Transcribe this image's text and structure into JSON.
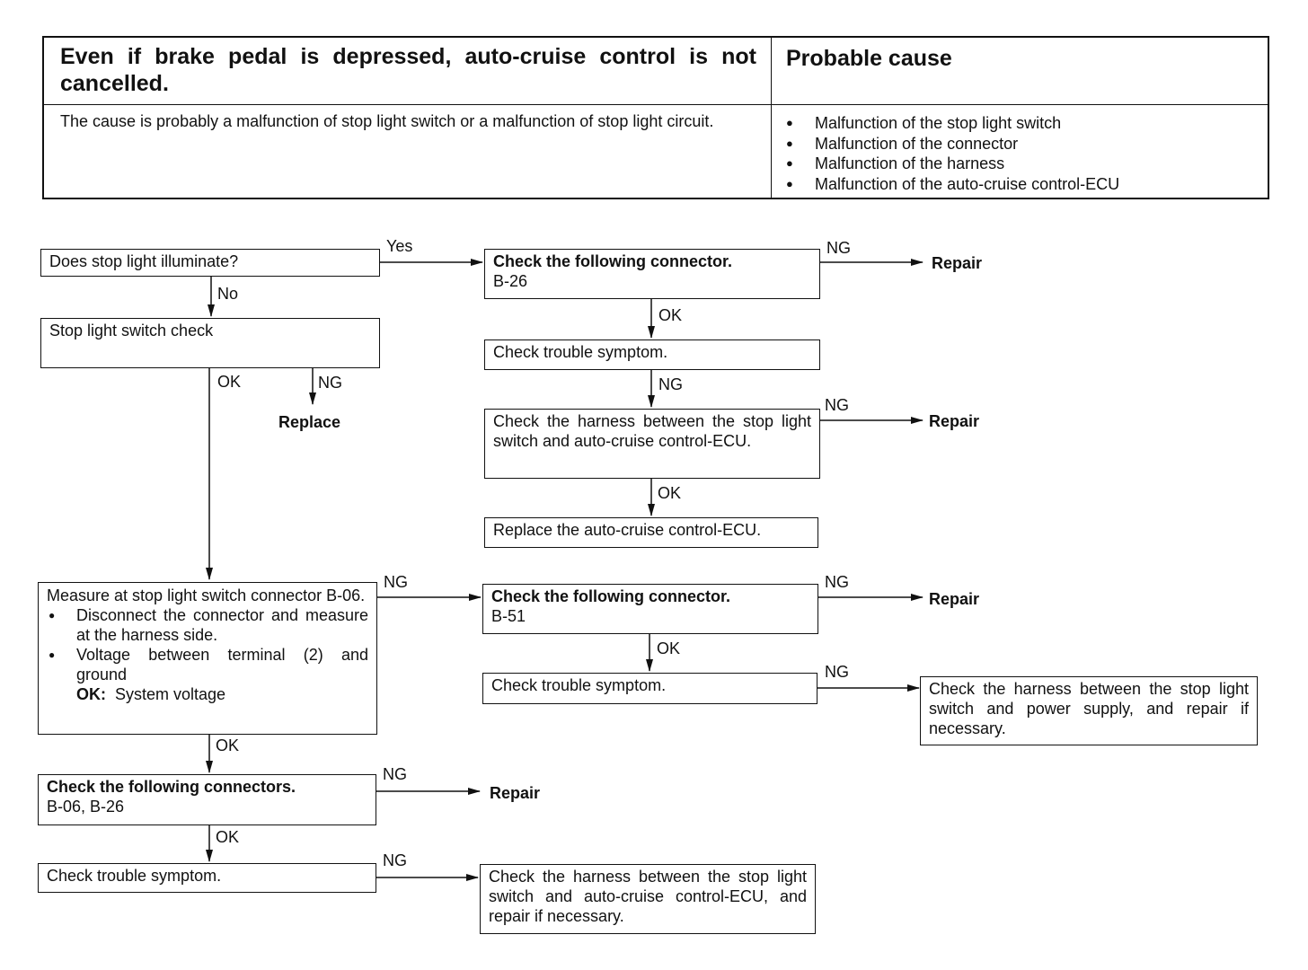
{
  "header": {
    "symptom": "Even if brake pedal is depressed, auto-cruise control is not cancelled.",
    "cause_heading": "Probable cause",
    "description": "The cause is probably a malfunction of stop light switch or a malfunction of stop light circuit.",
    "causes": [
      "Malfunction of the stop light switch",
      "Malfunction of the connector",
      "Malfunction of the harness",
      "Malfunction of the auto-cruise control-ECU"
    ]
  },
  "flow": {
    "q_stop_light": "Does stop light illuminate?",
    "stop_switch_check": "Stop light switch check",
    "replace": "Replace",
    "connector1_title": "Check the following connector.",
    "connector1_id": "B-26",
    "trouble1": "Check trouble symptom.",
    "harness1": "Check the harness between the stop light switch and auto-cruise control-ECU.",
    "replace_ecu": "Replace the auto-cruise control-ECU.",
    "measure_title": "Measure at stop light switch connector B-06.",
    "measure_b1": "Disconnect the connector and measure at the harness side.",
    "measure_b2": "Voltage between terminal (2) and ground",
    "ok_key": "OK:",
    "ok_value": "System voltage",
    "connector2_title": "Check the following connector.",
    "connector2_id": "B-51",
    "trouble2": "Check trouble symptom.",
    "harness_power": "Check the harness between the stop light switch and power supply, and repair if necessary.",
    "connectors3_title": "Check the following connectors.",
    "connectors3_id": "B-06, B-26",
    "trouble3": "Check trouble symptom.",
    "harness3": "Check the harness between the stop light switch and auto-cruise control-ECU, and repair if necessary.",
    "repair": "Repair",
    "yes": "Yes",
    "no": "No",
    "ok": "OK",
    "ng": "NG"
  }
}
